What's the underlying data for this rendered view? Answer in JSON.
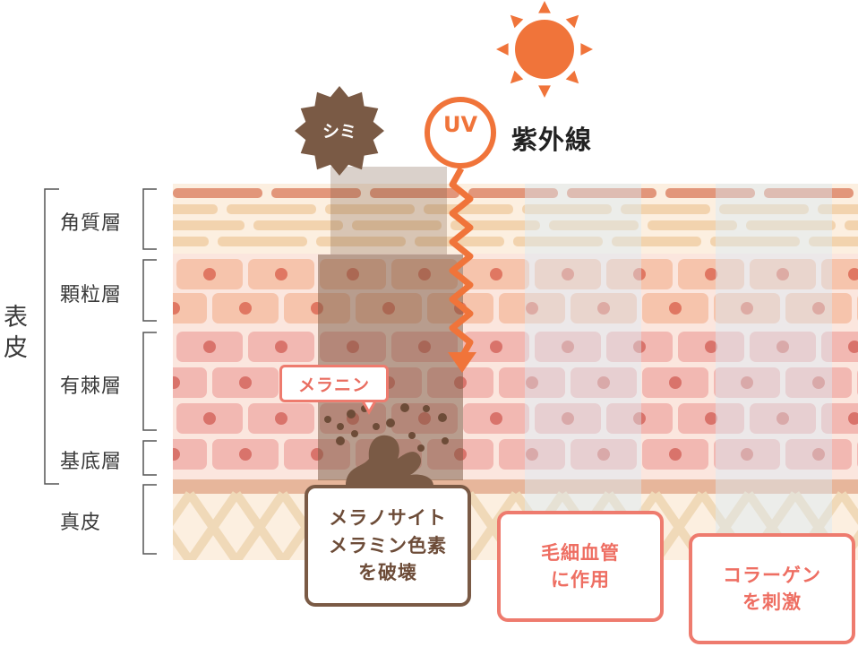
{
  "layers": {
    "stratum_corneum": "角質層",
    "stratum_granulosum": "顆粒層",
    "stratum_spinosum": "有棘層",
    "stratum_basale": "基底層",
    "dermis": "真皮"
  },
  "epidermis_label": [
    "表",
    "皮"
  ],
  "uv": {
    "badge": "UV",
    "label": "紫外線"
  },
  "spot_label": "シミ",
  "melanin_label": "メラニン",
  "effects": {
    "melanocyte": [
      "メラノサイト",
      "メラミン色素",
      "を破壊"
    ],
    "capillary": [
      "毛細血管",
      "に作用"
    ],
    "collagen": [
      "コラーゲン",
      "を刺激"
    ]
  },
  "colors": {
    "sun": "#f0743a",
    "uv_arrow": "#f0743a",
    "melanin_brown": "#7a5a45",
    "effect_border": "#ee7b6e",
    "cell_pink": "#f2b8b2",
    "corneum_tan": "#f2d3ae",
    "dermis_tan": "#f0d9b8"
  }
}
